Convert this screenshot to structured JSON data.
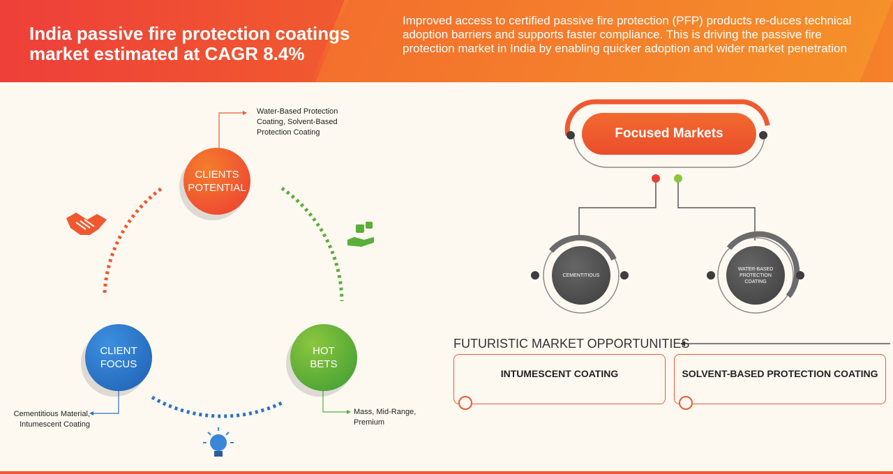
{
  "header": {
    "title": "India passive fire protection coatings market estimated at CAGR 8.4%",
    "description": "Improved access to certified passive fire protection (PFP) products re-duces technical adoption barriers and supports faster compliance. This is driving the passive fire protection market in India by enabling quicker adoption and wider market penetration"
  },
  "cycle": {
    "clients_potential": "CLIENTS\nPOTENTIAL",
    "client_focus": "CLIENT\nFOCUS",
    "hot_bets": "HOT\nBETS",
    "clients_potential_note": "Water-Based Protection Coating, Solvent-Based Protection Coating",
    "client_focus_note": "Cementitious Material, Intumescent Coating",
    "hot_bets_note": "Mass, Mid-Range, Premium"
  },
  "focused": {
    "title": "Focused Markets",
    "item1": "CEMENTITIOUS",
    "item2": "WATER-BASED PROTECTION COATING"
  },
  "futuristic": {
    "title": "FUTURISTIC MARKET OPPORTUNITIES",
    "opp1": "INTUMESCENT COATING",
    "opp2": "SOLVENT-BASED PROTECTION COATING"
  },
  "colors": {
    "orange": "#f0582f",
    "blue": "#2a72c8",
    "green": "#5aae3a",
    "dark": "#3d3d3d"
  },
  "icons": [
    "handshake-icon",
    "dice-hand-icon",
    "lightbulb-icon"
  ]
}
